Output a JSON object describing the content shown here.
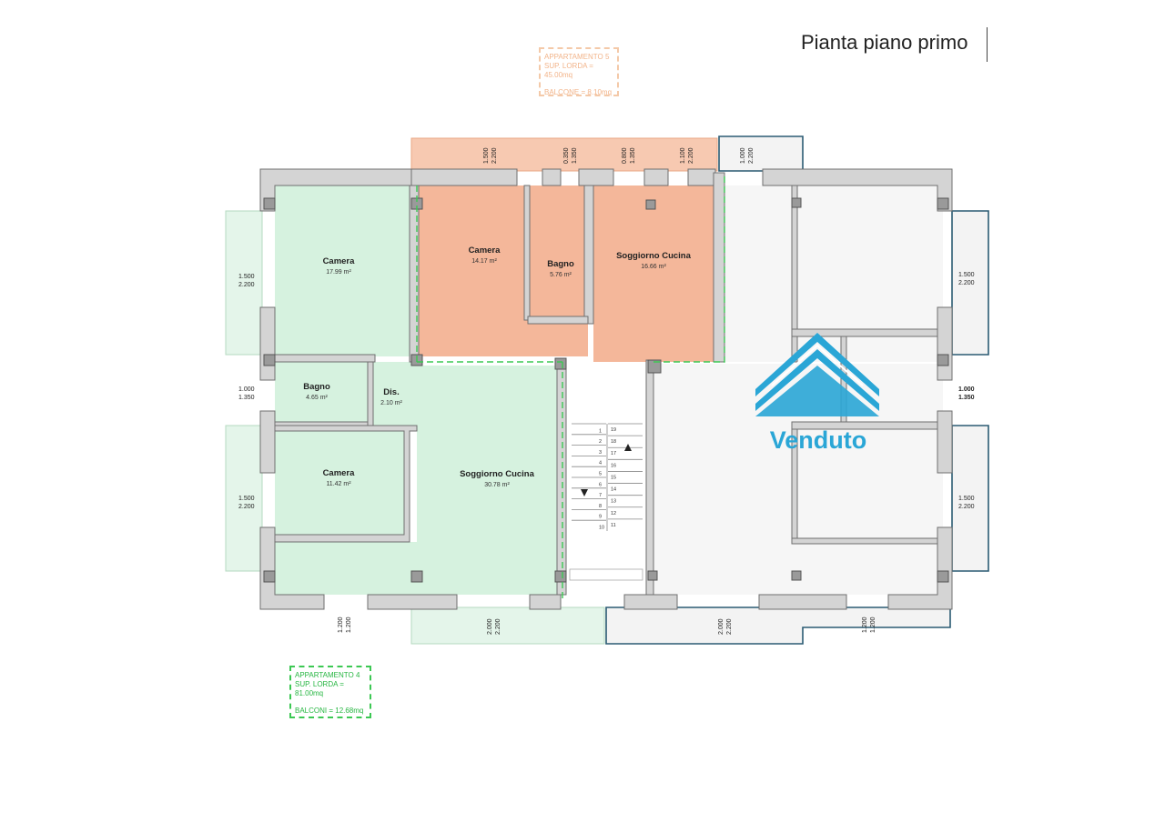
{
  "header": {
    "title": "Pianta piano primo"
  },
  "legend_a5": {
    "name": "APPARTAMENTO 5",
    "sup": "SUP. LORDA = 45.00mq",
    "balconi": "BALCONE = 8.10mq"
  },
  "legend_a4": {
    "name": "APPARTAMENTO 4",
    "sup": "SUP. LORDA = 81.00mq",
    "balconi": "BALCONI = 12.68mq"
  },
  "rooms": {
    "camera_nw": {
      "name": "Camera",
      "area": "17.99 m²"
    },
    "bagno_w": {
      "name": "Bagno",
      "area": "4.65 m²"
    },
    "dis": {
      "name": "Dis.",
      "area": "2.10 m²"
    },
    "camera_sw": {
      "name": "Camera",
      "area": "11.42 m²"
    },
    "soggiorno_s": {
      "name": "Soggiorno Cucina",
      "area": "30.78 m²"
    },
    "camera_n": {
      "name": "Camera",
      "area": "14.17 m²"
    },
    "bagno_n": {
      "name": "Bagno",
      "area": "5.76 m²"
    },
    "soggiorno_n": {
      "name": "Soggiorno Cucina",
      "area": "16.66 m²"
    }
  },
  "dims": {
    "top_1": [
      "1.500",
      "2.200"
    ],
    "top_2": [
      "0.350",
      "1.350"
    ],
    "top_3": [
      "0.800",
      "1.350"
    ],
    "top_4": [
      "1.100",
      "2.200"
    ],
    "top_5": [
      "1.000",
      "2.200"
    ],
    "left_1": [
      "1.500",
      "2.200"
    ],
    "left_2": [
      "1.000",
      "1.350"
    ],
    "left_3": [
      "1.500",
      "2.200"
    ],
    "right_1": [
      "1.500",
      "2.200"
    ],
    "right_2": [
      "1.000",
      "1.350"
    ],
    "right_3": [
      "1.500",
      "2.200"
    ],
    "bottom_1": [
      "1.200",
      "1.200"
    ],
    "bottom_2": [
      "2.000",
      "2.200"
    ],
    "bottom_3": [
      "2.000",
      "2.200"
    ],
    "bottom_4": [
      "1.200",
      "1.200"
    ]
  },
  "stairs": {
    "left_steps": [
      "1",
      "2",
      "3",
      "4",
      "5",
      "6",
      "7",
      "8",
      "9",
      "10"
    ],
    "right_steps": [
      "19",
      "18",
      "17",
      "16",
      "15",
      "14",
      "13",
      "12",
      "11"
    ]
  },
  "stamp": {
    "text": "Venduto"
  },
  "colors": {
    "apt4_fill": "#d6f2df",
    "apt5_fill": "#f4b79a",
    "wall": "#d4d4d4",
    "sold_logo": "#2aa6d6",
    "sold_outline": "#2b5b73"
  }
}
